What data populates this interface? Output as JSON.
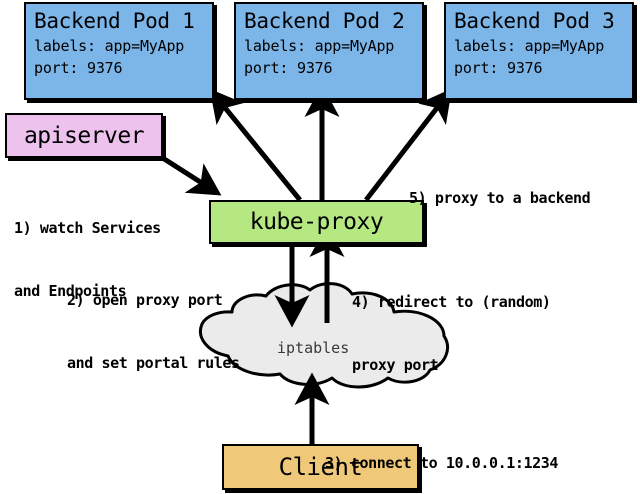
{
  "diagram": {
    "title_present": false,
    "colors": {
      "pod_fill": "#7cb5e8",
      "apiserver_fill": "#edc3ee",
      "kubeproxy_fill": "#b5e880",
      "client_fill": "#f0c87a",
      "cloud_fill": "#ebebeb",
      "stroke": "#000000",
      "background": "#ffffff"
    },
    "pods": [
      {
        "title": "Backend Pod 1",
        "labels_line": "labels: app=MyApp",
        "port_line": "port: 9376"
      },
      {
        "title": "Backend Pod 2",
        "labels_line": "labels: app=MyApp",
        "port_line": "port: 9376"
      },
      {
        "title": "Backend Pod 3",
        "labels_line": "labels: app=MyApp",
        "port_line": "port: 9376"
      }
    ],
    "apiserver": {
      "label": "apiserver"
    },
    "kubeproxy": {
      "label": "kube-proxy"
    },
    "iptables": {
      "label": "iptables"
    },
    "client": {
      "label": "Client"
    },
    "steps": [
      {
        "id": "step-1",
        "line1": "1) watch Services",
        "line2": "and Endpoints"
      },
      {
        "id": "step-2",
        "line1": "2) open proxy port",
        "line2": "and set portal rules"
      },
      {
        "id": "step-3",
        "line1": "3) connect to 10.0.0.1:1234",
        "line2": ""
      },
      {
        "id": "step-4",
        "line1": "4) redirect to (random)",
        "line2": "proxy port"
      },
      {
        "id": "step-5",
        "line1": "5) proxy to a backend",
        "line2": ""
      }
    ]
  }
}
